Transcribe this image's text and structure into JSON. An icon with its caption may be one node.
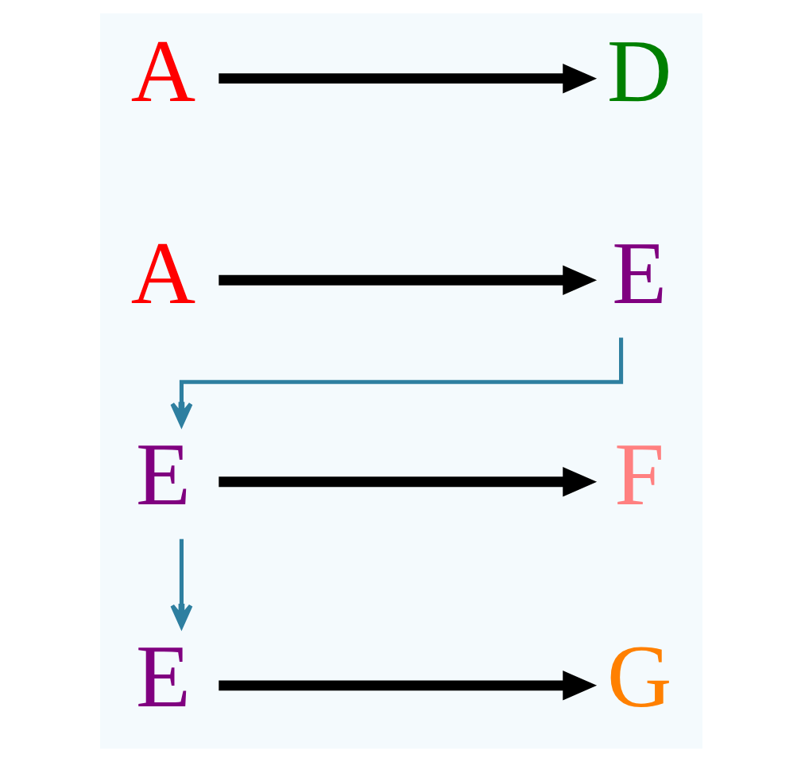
{
  "diagram": {
    "nodes": [
      {
        "text": [
          "A"
        ]
      },
      {
        "text": [
          "D"
        ]
      },
      {
        "text": [
          "A"
        ]
      },
      {
        "text": [
          "E"
        ]
      },
      {
        "text": [
          "E"
        ]
      },
      {
        "text": [
          "F"
        ]
      },
      {
        "text": [
          "E"
        ]
      },
      {
        "text": [
          "G"
        ]
      }
    ],
    "edges": [
      {
        "from": 0,
        "to": 1,
        "arrow": "to"
      },
      {
        "from": 2,
        "to": 3,
        "arrow": "to"
      },
      {
        "from": 3,
        "to": 4,
        "arrow": "to",
        "color": "#2e7fa0"
      },
      {
        "from": 4,
        "to": 5,
        "arrow": "to"
      },
      {
        "from": 4,
        "to": 6,
        "arrow": "to",
        "color": "#2e7fa0"
      },
      {
        "from": 6,
        "to": 7,
        "arrow": "to"
      }
    ]
  }
}
